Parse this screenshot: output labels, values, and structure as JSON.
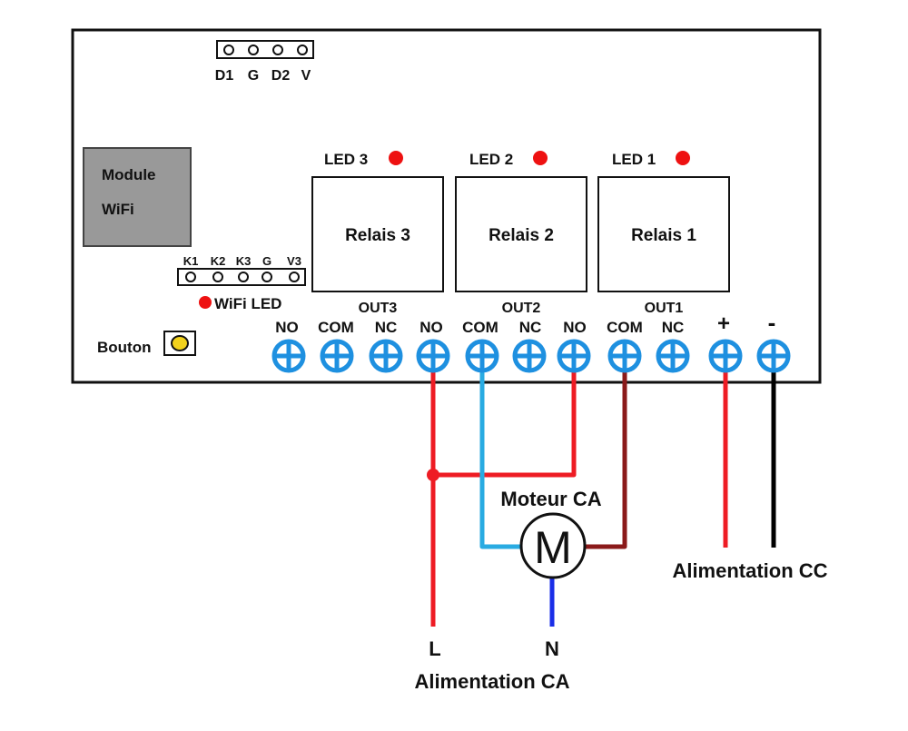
{
  "header_pins": [
    "D1",
    "G",
    "D2",
    "V"
  ],
  "wifi_module": {
    "line1": "Module",
    "line2": "WiFi"
  },
  "k_pins": [
    "K1",
    "K2",
    "K3",
    "G",
    "V3"
  ],
  "wifi_led_label": "WiFi LED",
  "button_label": "Bouton",
  "leds": [
    "LED 3",
    "LED 2",
    "LED 1"
  ],
  "relays": [
    "Relais 3",
    "Relais 2",
    "Relais 1"
  ],
  "outputs": [
    "OUT3",
    "OUT2",
    "OUT1"
  ],
  "terminals": [
    "NO",
    "COM",
    "NC",
    "NO",
    "COM",
    "NC",
    "NO",
    "COM",
    "NC",
    "+",
    "-"
  ],
  "motor": {
    "title": "Moteur CA",
    "symbol": "M"
  },
  "ac_supply": {
    "line_label": "L",
    "neutral_label": "N",
    "title": "Alimentation CA"
  },
  "dc_supply": {
    "title": "Alimentation CC"
  },
  "colors": {
    "led": "#ee1111",
    "terminal": "#1e90e0",
    "wire_red": "#ee1c24",
    "wire_cyan": "#29abe2",
    "wire_darkred": "#8b1a1a",
    "wire_blue": "#1a2ee8",
    "wire_black": "#000000",
    "module_fill": "#999999",
    "button_fill": "#f2d21c"
  }
}
